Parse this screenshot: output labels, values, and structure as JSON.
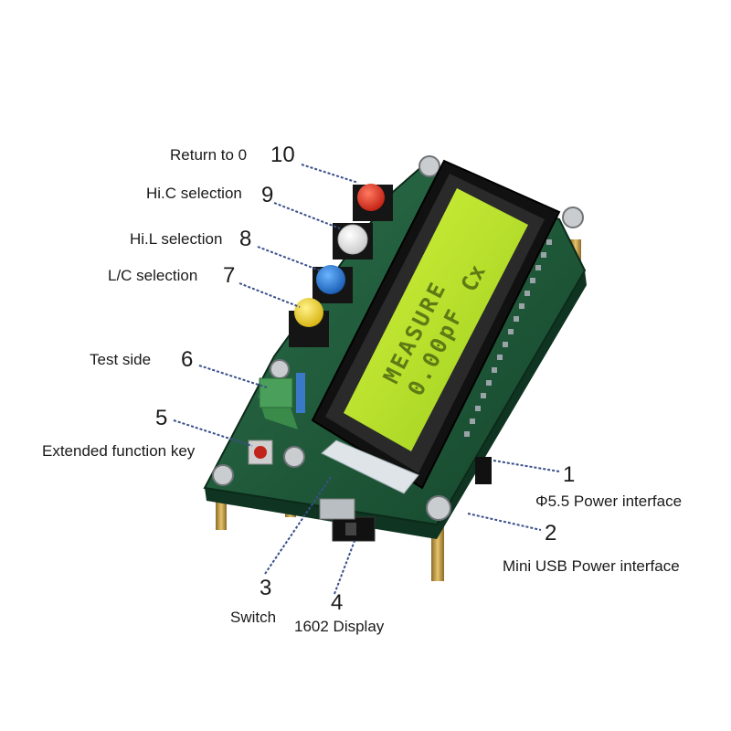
{
  "callouts": [
    {
      "number": "1",
      "label": "Φ5.5 Power interface"
    },
    {
      "number": "2",
      "label": "Mini USB Power interface"
    },
    {
      "number": "3",
      "label": "Switch"
    },
    {
      "number": "4",
      "label": "1602 Display"
    },
    {
      "number": "5",
      "label": "Extended function key"
    },
    {
      "number": "6",
      "label": "Test side"
    },
    {
      "number": "7",
      "label": "L/C selection"
    },
    {
      "number": "8",
      "label": "Hi.L selection"
    },
    {
      "number": "9",
      "label": "Hi.C selection"
    },
    {
      "number": "10",
      "label": "Return to 0"
    }
  ],
  "lcd": {
    "line1": "MEASURE",
    "line2": "0.00pF",
    "unit": "Cx"
  },
  "colors": {
    "pcb": "#1f5a3a",
    "lcd_screen": "#b8e62a",
    "button_red": "#e0301e",
    "button_white": "#f2f2f2",
    "button_blue": "#1f78d8",
    "button_yellow": "#f2d21a",
    "leader_line": "#3a4f8a"
  }
}
